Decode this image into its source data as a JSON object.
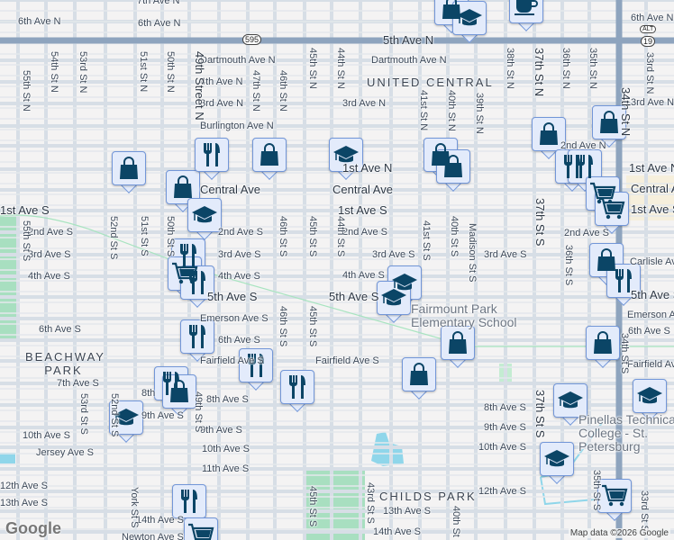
{
  "map": {
    "highway_shields": [
      "595",
      "ALT",
      "19"
    ],
    "neighborhoods": [
      "UNITED CENTRAL",
      "BEACHWAY PARK",
      "CHILDS PARK"
    ],
    "pois": [
      "Fairmount Park Elementary School",
      "Pinellas Technical College - St. Petersburg"
    ],
    "street_labels": [
      "7th Ave N",
      "6th Ave N",
      "6th Ave N",
      "6th Ave N",
      "5th Ave N",
      "Dartmouth Ave N",
      "Dartmouth Ave N",
      "4th Ave N",
      "3rd Ave N",
      "3rd Ave N",
      "3rd Ave N",
      "Burlington Ave N",
      "2nd Ave N",
      "1st Ave N",
      "1st Ave N",
      "Central Ave",
      "Central Ave",
      "Central Ave",
      "1st Ave S",
      "1st Ave S",
      "1st Ave S",
      "2nd Ave S",
      "2nd Ave S",
      "2nd Ave S",
      "2nd Ave S",
      "3rd Ave S",
      "3rd Ave S",
      "3rd Ave S",
      "3rd Ave S",
      "Carlisle Ave",
      "4th Ave S",
      "4th Ave S",
      "4th Ave S",
      "5th Ave S",
      "5th Ave S",
      "5th Ave S",
      "Emerson Ave S",
      "Emerson Ave S",
      "6th Ave S",
      "6th Ave S",
      "6th Ave S",
      "Fairfield Ave S",
      "Fairfield Ave S",
      "Fairfield Ave",
      "7th Ave S",
      "8th Ave S",
      "8th Ave S",
      "8th",
      "9th Ave S",
      "9th Ave S",
      "9th Ave S",
      "10th Ave S",
      "10th Ave S",
      "10th Ave S",
      "Jersey Ave S",
      "11th Ave S",
      "12th Ave S",
      "12th Ave S",
      "13th Ave S",
      "13th Ave S",
      "14th Ave S",
      "14th Ave S",
      "Newton Ave S",
      "55th St N",
      "54th St N",
      "53rd St N",
      "51st St N",
      "50th St N",
      "49th Street N",
      "47th St N",
      "46th St N",
      "45th St N",
      "44th St N",
      "41st St N",
      "40th St N",
      "39th St N",
      "38th St N",
      "37th St N",
      "36th St N",
      "35th St N",
      "34th St N",
      "33rd St N",
      "55th St S",
      "52nd St S",
      "51st St S",
      "50th St S",
      "46th St S",
      "45th St S",
      "44th St S",
      "41st St S",
      "40th St S",
      "Madison St S",
      "37th St S",
      "36th St S",
      "46th St S",
      "45th St S",
      "53rd St S",
      "52nd St S",
      "49th St S",
      "45th St S",
      "43rd St S",
      "40th St S",
      "37th St S",
      "35th St S",
      "33rd St S",
      "34th St S",
      "York St S"
    ],
    "markers": [
      "shopping",
      "shopping",
      "restaurant",
      "shopping",
      "school",
      "restaurant",
      "shopping-cart",
      "restaurant",
      "school",
      "shopping",
      "shopping",
      "shopping",
      "school",
      "coffee",
      "shopping",
      "shopping",
      "restaurant",
      "restaurant",
      "shopping-cart",
      "shopping-cart",
      "shopping",
      "restaurant",
      "school",
      "school",
      "shopping",
      "shopping",
      "shopping",
      "restaurant",
      "restaurant",
      "restaurant",
      "restaurant",
      "shopping",
      "school",
      "school",
      "school",
      "school",
      "shopping-cart",
      "restaurant",
      "shopping-cart"
    ],
    "marker_colors": {
      "fill": "#e3ebfb",
      "border": "#7296d8",
      "icon": "#0b4566"
    },
    "attribution": "Map data ©2026 Google",
    "logo": "Google"
  }
}
